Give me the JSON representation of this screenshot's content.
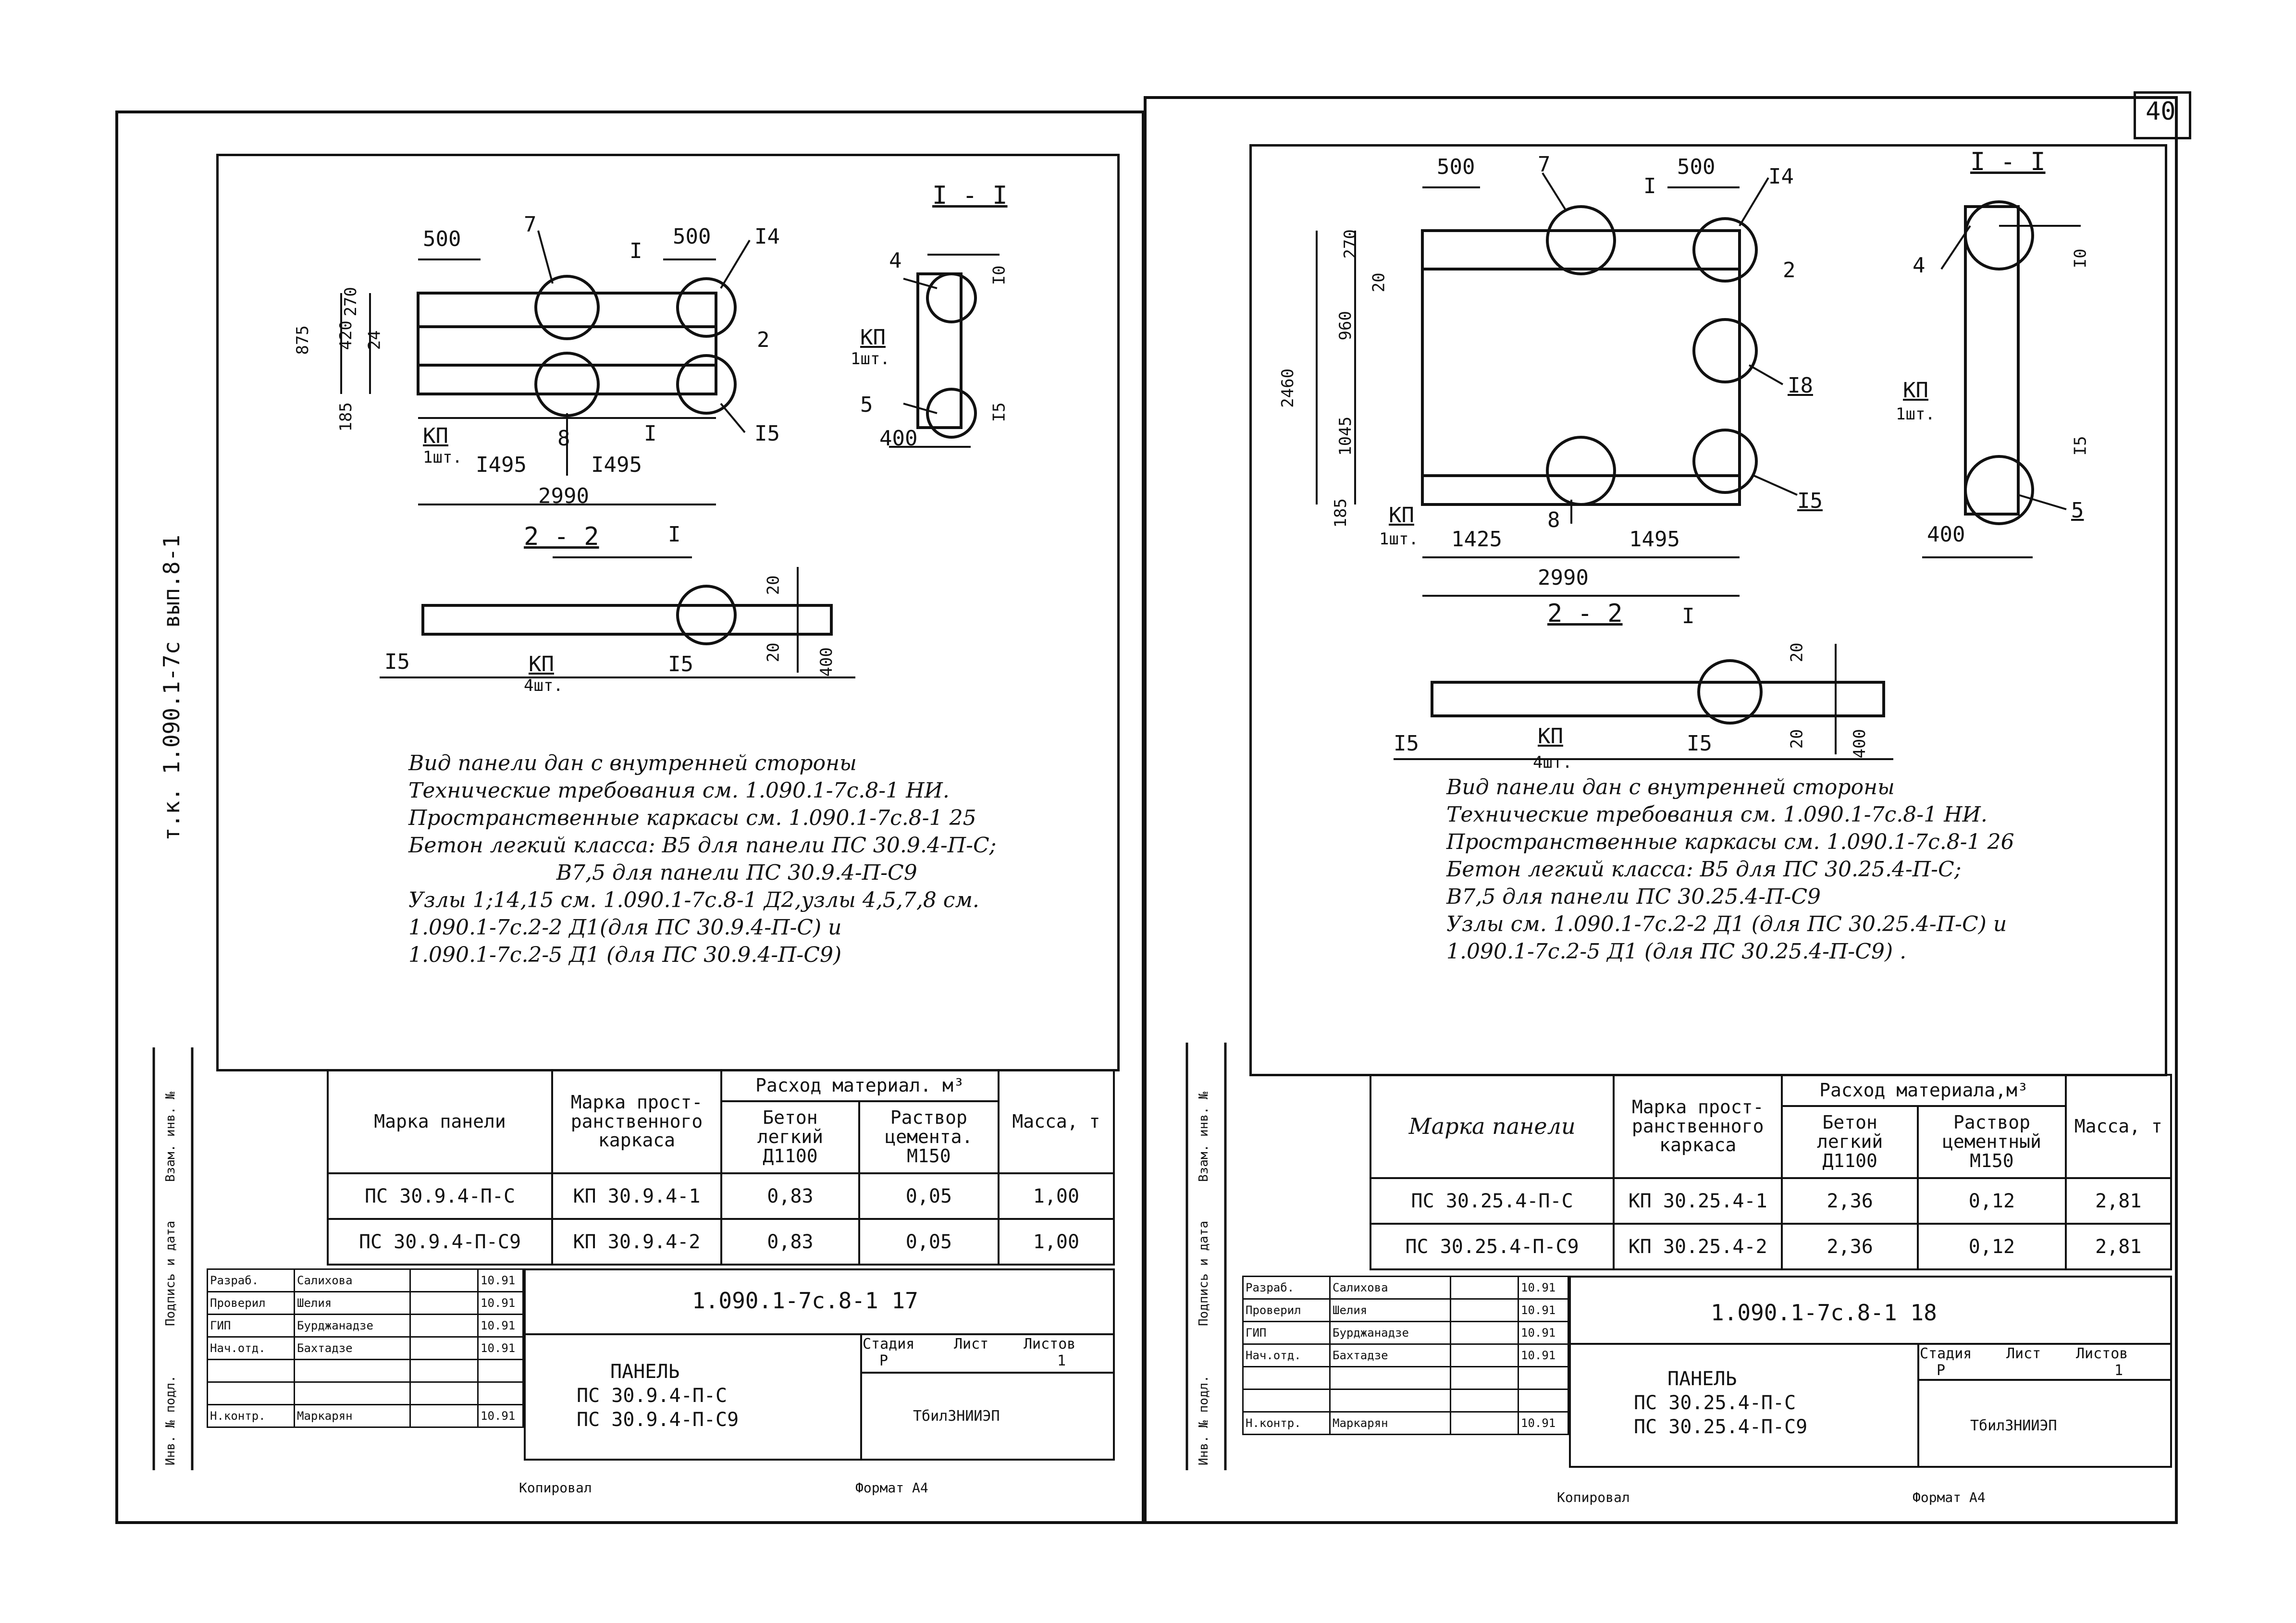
{
  "page_number": "40",
  "sheets": [
    {
      "vertical_ref": "т.к. 1.090.1-7с вып.8-1",
      "section_1_label": "I - I",
      "section_2_label": "2 - 2",
      "drawing_labels": {
        "node_7": "7",
        "node_14": "I4",
        "node_2": "2",
        "node_15": "I5",
        "node_8": "8",
        "node_1": "I",
        "node_4": "4",
        "node_5": "5",
        "node_10": "I0",
        "kp": "КП",
        "kp_qty": "1шт.",
        "section_mark": "I",
        "section_mark_b": "I",
        "node_1_sec": "I",
        "dim_500_left": "500",
        "dim_500_right": "500",
        "dim_875": "875",
        "dim_420": "420",
        "dim_270": "270",
        "dim_185": "185",
        "dim_24": "24",
        "dim_1495_left": "I495",
        "dim_1495_right": "I495",
        "dim_2990": "2990",
        "dim_400": "400",
        "dim_20": "20",
        "dim_20b": "20",
        "dim_400_sec": "400",
        "dim_15_a": "I5",
        "dim_15_b": "I5",
        "kp_sec": "КП",
        "kp_sec_qty": "4шт."
      },
      "notes": [
        "Вид панели дан с внутренней стороны",
        "Технические требования см. 1.090.1-7с.8-1 НИ.",
        "Пространственные каркасы см. 1.090.1-7с.8-1 25",
        "Бетон легкий класса: В5 для панели ПС 30.9.4-П-С;",
        "                      В7,5 для панели ПС 30.9.4-П-С9",
        "Узлы 1;14,15 см. 1.090.1-7с.8-1 Д2,узлы 4,5,7,8 см.",
        "1.090.1-7с.2-2 Д1(для ПС 30.9.4-П-С) и",
        "1.090.1-7с.2-5 Д1 (для ПС 30.9.4-П-С9)"
      ],
      "spec": {
        "col_mark": "Марка панели",
        "col_frame": "Марка прост-ранственного каркаса",
        "col_material": "Расход материал. м³",
        "col_concrete": "Бетон легкий Д1100",
        "col_mortar": "Раствор цемента. М150",
        "col_mass": "Масса, т",
        "rows": [
          {
            "mark": "ПС 30.9.4-П-С",
            "frame": "КП 30.9.4-1",
            "concrete": "0,83",
            "mortar": "0,05",
            "mass": "1,00"
          },
          {
            "mark": "ПС 30.9.4-П-С9",
            "frame": "КП 30.9.4-2",
            "concrete": "0,83",
            "mortar": "0,05",
            "mass": "1,00"
          }
        ]
      },
      "side_strip": [
        "Взам. инв. №",
        "Подпись и дата",
        "Инв. № подл."
      ],
      "stamp": {
        "rows": [
          {
            "role": "Разраб.",
            "name": "Салихова",
            "date": "10.91"
          },
          {
            "role": "Проверил",
            "name": "Шелия",
            "date": "10.91"
          },
          {
            "role": "ГИП",
            "name": "Бурджанадзе",
            "date": "10.91"
          },
          {
            "role": "Нач.отд.",
            "name": "Бахтадзе",
            "date": "10.91"
          },
          {
            "role": "",
            "name": "",
            "date": ""
          },
          {
            "role": "",
            "name": "",
            "date": ""
          },
          {
            "role": "Н.контр.",
            "name": "Маркарян",
            "date": "10.91"
          }
        ],
        "doc_code": "1.090.1-7с.8-1 17",
        "title_line1": "ПАНЕЛЬ",
        "title_line2": "ПС 30.9.4-П-С",
        "title_line3": "ПС 30.9.4-П-С9",
        "stage_label": "Стадия",
        "sheet_label": "Лист",
        "sheets_label": "Листов",
        "stage_value": "Р",
        "sheets_value": "1",
        "org": "ТбилЗНИИЭП"
      },
      "footer_left": "Копировал",
      "footer_right": "Формат А4"
    },
    {
      "section_1_label": "I - I",
      "section_2_label": "2 - 2",
      "drawing_labels": {
        "node_7": "7",
        "node_14": "I4",
        "node_2": "2",
        "node_18": "I8",
        "node_15": "I5",
        "node_8": "8",
        "node_1": "I",
        "node_4": "4",
        "node_5": "5",
        "node_10": "I0",
        "kp": "КП",
        "kp_qty": "1шт.",
        "section_mark": "I",
        "dim_500_left": "500",
        "dim_500_right": "500",
        "dim_2460": "2460",
        "dim_270": "270",
        "dim_960": "960",
        "dim_1045": "1045",
        "dim_185": "185",
        "dim_20": "20",
        "dim_1425": "1425",
        "dim_1495": "1495",
        "dim_2990": "2990",
        "dim_400": "400",
        "dim_15_sec": "I5",
        "node_1_sec": "I",
        "dim_20_sec": "20",
        "dim_20b_sec": "20",
        "dim_400_sec": "400",
        "dim_15_a": "I5",
        "dim_15_b": "I5",
        "kp_sec": "КП",
        "kp_sec_qty": "4шт."
      },
      "notes": [
        "Вид панели дан с внутренней стороны",
        "Технические требования см. 1.090.1-7с.8-1 НИ.",
        "Пространственные каркасы см. 1.090.1-7с.8-1 26",
        "Бетон легкий класса: В5 для ПС 30.25.4-П-С;",
        "В7,5 для панели ПС 30.25.4-П-С9",
        "Узлы см. 1.090.1-7с.2-2 Д1 (для ПС 30.25.4-П-С) и",
        "1.090.1-7с.2-5 Д1 (для ПС 30.25.4-П-С9) ."
      ],
      "spec": {
        "col_mark": "Марка панели",
        "col_frame": "Марка прост-ранственного каркаса",
        "col_material": "Расход материала,м³",
        "col_concrete": "Бетон легкий Д1100",
        "col_mortar": "Раствор цементный М150",
        "col_mass": "Масса, т",
        "rows": [
          {
            "mark": "ПС 30.25.4-П-С",
            "frame": "КП 30.25.4-1",
            "concrete": "2,36",
            "mortar": "0,12",
            "mass": "2,81"
          },
          {
            "mark": "ПС 30.25.4-П-С9",
            "frame": "КП 30.25.4-2",
            "concrete": "2,36",
            "mortar": "0,12",
            "mass": "2,81"
          }
        ]
      },
      "side_strip": [
        "Взам. инв. №",
        "Подпись и дата",
        "Инв. № подл."
      ],
      "stamp": {
        "rows": [
          {
            "role": "Разраб.",
            "name": "Салихова",
            "date": "10.91"
          },
          {
            "role": "Проверил",
            "name": "Шелия",
            "date": "10.91"
          },
          {
            "role": "ГИП",
            "name": "Бурджанадзе",
            "date": "10.91"
          },
          {
            "role": "Нач.отд.",
            "name": "Бахтадзе",
            "date": "10.91"
          },
          {
            "role": "",
            "name": "",
            "date": ""
          },
          {
            "role": "",
            "name": "",
            "date": ""
          },
          {
            "role": "Н.контр.",
            "name": "Маркарян",
            "date": "10.91"
          }
        ],
        "doc_code": "1.090.1-7с.8-1 18",
        "title_line1": "ПАНЕЛЬ",
        "title_line2": "ПС 30.25.4-П-С",
        "title_line3": "ПС 30.25.4-П-С9",
        "stage_label": "Стадия",
        "sheet_label": "Лист",
        "sheets_label": "Листов",
        "stage_value": "Р",
        "sheets_value": "1",
        "org": "ТбилЗНИИЭП"
      },
      "footer_left": "Копировал",
      "footer_right": "Формат А4"
    }
  ]
}
